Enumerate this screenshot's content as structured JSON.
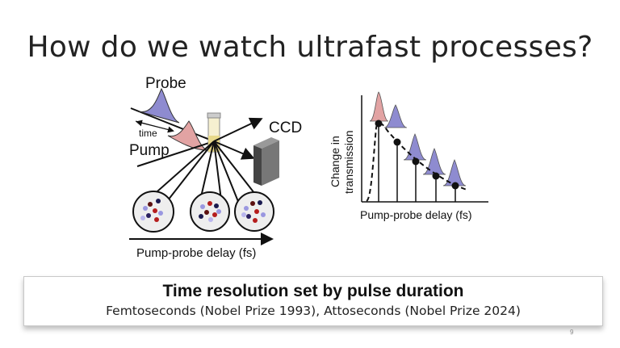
{
  "slide": {
    "title": "How do we watch ultrafast processes?",
    "page_number": "9"
  },
  "left_figure": {
    "probe_label": "Probe",
    "pump_label": "Pump",
    "time_label": "time",
    "ccd_label": "CCD",
    "axis_label": "Pump-probe delay (fs)",
    "colors": {
      "probe": "#8e8bd0",
      "pump": "#e2a3a3",
      "sample": "#e8d98a",
      "ccd": "#555555"
    }
  },
  "right_figure": {
    "y_label_line1": "Change in",
    "y_label_line2": "transmission",
    "x_label": "Pump-probe delay (fs)"
  },
  "callout": {
    "heading": "Time resolution set by pulse duration",
    "subtext": "Femtoseconds (Nobel Prize 1993), Attoseconds (Nobel Prize 2024)"
  }
}
